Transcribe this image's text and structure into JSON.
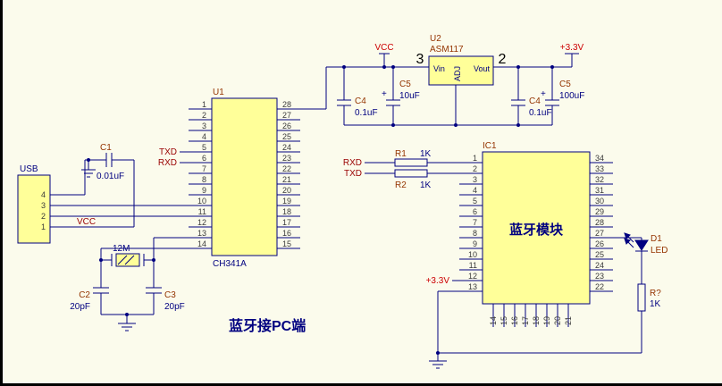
{
  "title": "蓝牙接PC端",
  "colors": {
    "background": "#FBFBEC",
    "wire": "#000080",
    "component_fill": "#FFFF99",
    "designator_text": "#943400",
    "value_text": "#000080",
    "net_label_text": "#990000",
    "power_text": "#CC0000"
  },
  "nets": {
    "vcc_usb": "VCC",
    "vcc_main": "VCC",
    "v33_main": "+3.3V",
    "v33_ic1": "+3.3V",
    "txd_u1": "TXD",
    "rxd_u1": "RXD",
    "rxd_ic1": "RXD",
    "txd_ic1": "TXD"
  },
  "usb": {
    "name": "USB",
    "pins": [
      "4",
      "3",
      "2",
      "1"
    ]
  },
  "u1": {
    "designator": "U1",
    "part": "CH341A",
    "left_pins": [
      "1",
      "2",
      "3",
      "4",
      "5",
      "6",
      "7",
      "8",
      "9",
      "10",
      "11",
      "12",
      "13",
      "14"
    ],
    "right_pins": [
      "28",
      "27",
      "26",
      "25",
      "24",
      "23",
      "22",
      "21",
      "20",
      "19",
      "18",
      "17",
      "16",
      "15"
    ]
  },
  "u2": {
    "designator": "U2",
    "part": "ASM117",
    "pin_in": "3",
    "pin_out": "2",
    "vin": "Vin",
    "vout": "Vout",
    "adj": "ADJ"
  },
  "ic1": {
    "designator": "IC1",
    "label": "蓝牙模块",
    "left_pins": [
      "1",
      "2",
      "3",
      "4",
      "5",
      "6",
      "7",
      "8",
      "9",
      "10",
      "11",
      "12",
      "13"
    ],
    "right_pins": [
      "34",
      "33",
      "32",
      "31",
      "30",
      "29",
      "28",
      "27",
      "26",
      "25",
      "24",
      "23",
      "22"
    ],
    "bottom_pins": [
      "14",
      "15",
      "16",
      "17",
      "18",
      "19",
      "20",
      "21"
    ]
  },
  "caps": {
    "c1": {
      "designator": "C1",
      "value": "0.01uF"
    },
    "c2": {
      "designator": "C2",
      "value": "20pF"
    },
    "c3": {
      "designator": "C3",
      "value": "20pF"
    },
    "c4a": {
      "designator": "C4",
      "value": "0.1uF"
    },
    "c5a": {
      "designator": "C5",
      "value": "10uF",
      "plus": "+"
    },
    "c4b": {
      "designator": "C4",
      "value": "0.1uF"
    },
    "c5b": {
      "designator": "C5",
      "value": "100uF",
      "plus": "+"
    }
  },
  "resistors": {
    "r1": {
      "designator": "R1",
      "value": "1K"
    },
    "r2": {
      "designator": "R2",
      "value": "1K"
    },
    "r7": {
      "designator": "R?",
      "value": "1K"
    }
  },
  "crystal": {
    "value": "12M"
  },
  "led": {
    "designator": "D1",
    "value": "LED"
  }
}
